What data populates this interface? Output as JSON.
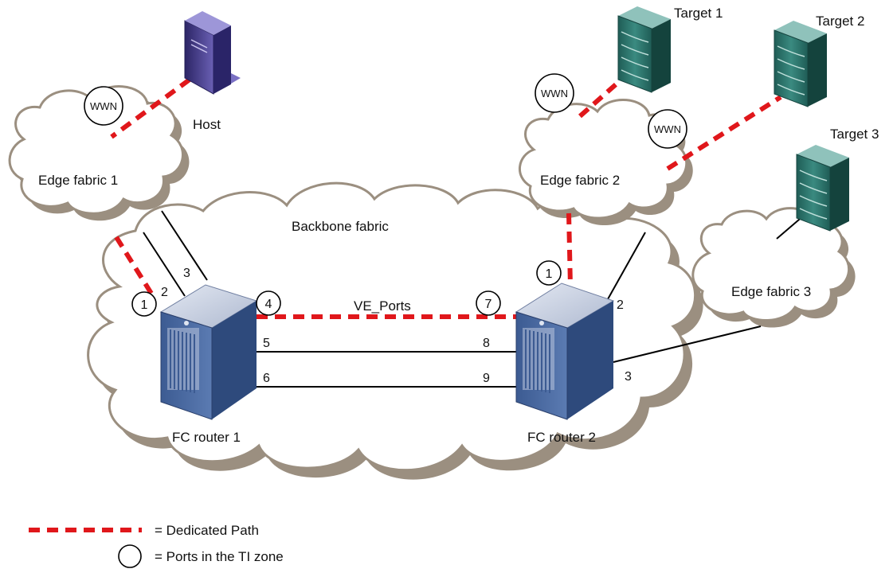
{
  "labels": {
    "host": "Host",
    "target1": "Target 1",
    "target2": "Target 2",
    "target3": "Target 3",
    "edge_fabric_1": "Edge fabric 1",
    "edge_fabric_2": "Edge fabric 2",
    "edge_fabric_3": "Edge fabric 3",
    "backbone": "Backbone fabric",
    "fc_router_1": "FC router 1",
    "fc_router_2": "FC router 2",
    "ve_ports": "VE_Ports",
    "wwn": "WWN"
  },
  "ports": {
    "r1_p1": "1",
    "r1_p2": "2",
    "r1_p3": "3",
    "r1_p4": "4",
    "r1_p5": "5",
    "r1_p6": "6",
    "r2_p1": "1",
    "r2_p2": "2",
    "r2_p3": "3",
    "r2_p7": "7",
    "r2_p8": "8",
    "r2_p9": "9"
  },
  "legend": {
    "dedicated_path": "= Dedicated Path",
    "ti_zone": "= Ports in the TI zone"
  },
  "colors": {
    "dedicated_path": "#e0171b",
    "cloud_fill": "#ffffff",
    "cloud_shadow": "#9b8f80",
    "router_front": "#4a6aa0",
    "router_top": "#c9d1e2",
    "storage": "#2f7870",
    "host": "#4a3f8c"
  }
}
